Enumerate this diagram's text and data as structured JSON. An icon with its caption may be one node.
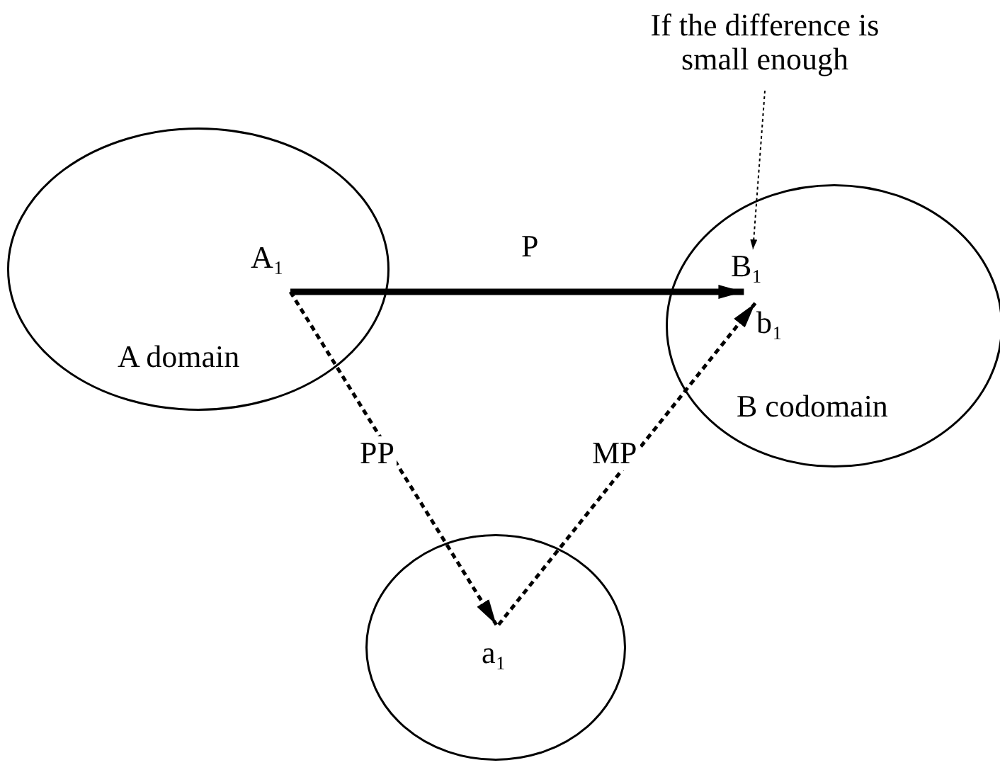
{
  "diagram": {
    "nodes": [
      {
        "text": [
          "A domain"
        ]
      },
      {
        "text": [
          "A₁"
        ],
        "in": 0
      },
      {
        "text": [
          "B codomain"
        ]
      },
      {
        "text": [
          "B₁"
        ],
        "in": 2
      },
      {
        "text": [
          "b₁"
        ],
        "in": 2
      },
      {
        "text": [],
        "shape": "circle"
      },
      {
        "text": [
          "a₁"
        ],
        "in": 5
      },
      {
        "text": [
          "If the difference is small enough"
        ]
      }
    ],
    "edges": [
      {
        "from": 1,
        "to": 3,
        "arrow": "to",
        "label": "P",
        "style": "thick"
      },
      {
        "from": 1,
        "to": 6,
        "arrow": "to",
        "label": "PP",
        "style": "dashed"
      },
      {
        "from": 6,
        "to": 4,
        "arrow": "to",
        "label": "MP",
        "style": "dashed"
      },
      {
        "from": 7,
        "to": 3,
        "arrow": "to",
        "style": "dashed"
      }
    ]
  }
}
